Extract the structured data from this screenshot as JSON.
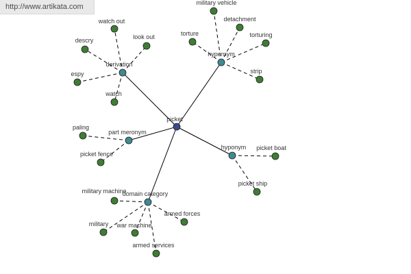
{
  "site": {
    "url": "http://www.artikata.com"
  },
  "colors": {
    "center_node": "#3b4a8c",
    "relation_node": "#3f8a93",
    "word_node": "#3f7d35",
    "edge": "#000000",
    "background": "#ffffff"
  },
  "graph": {
    "center": {
      "label": "picket"
    },
    "relations": [
      {
        "id": "hypernym",
        "label": "hypernym",
        "words": [
          "military vehicle",
          "detachment",
          "torture",
          "torturing",
          "strip"
        ]
      },
      {
        "id": "derivation",
        "label": "derivation",
        "words": [
          "watch out",
          "descry",
          "look out",
          "espy",
          "watch"
        ]
      },
      {
        "id": "part_meronym",
        "label": "part meronym",
        "words": [
          "paling",
          "picket fence"
        ]
      },
      {
        "id": "hyponym",
        "label": "hyponym",
        "words": [
          "picket boat",
          "picket ship"
        ]
      },
      {
        "id": "domain_category",
        "label": "domain category",
        "words": [
          "military machine",
          "armed forces",
          "military",
          "war machine",
          "armed services"
        ]
      }
    ]
  }
}
